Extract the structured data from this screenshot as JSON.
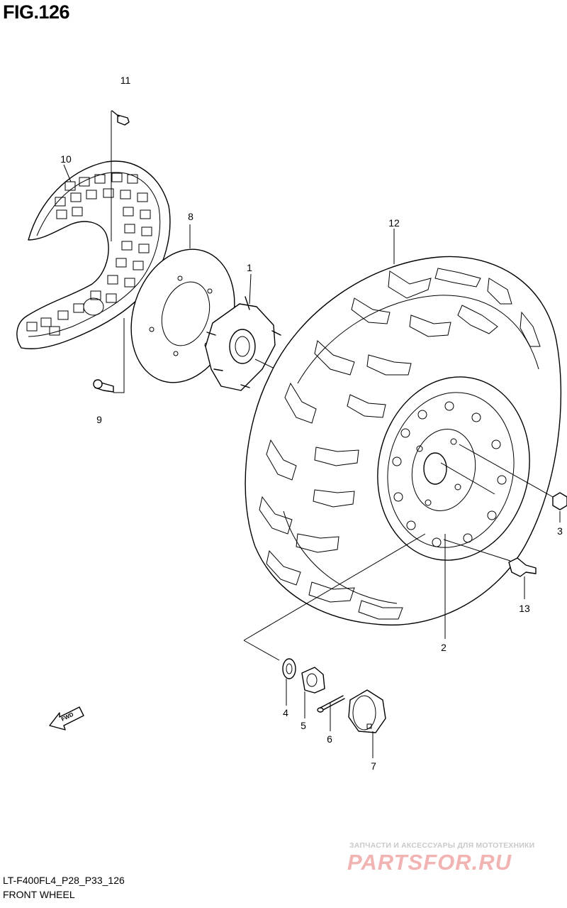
{
  "figure": {
    "title": "FIG.126",
    "code": "LT-F400FL4_P28_P33_126",
    "name": "FRONT WHEEL"
  },
  "fwd_arrow": {
    "label": "FWD",
    "icon": "fwd-arrow-icon"
  },
  "callouts": [
    {
      "id": "1",
      "label": "1",
      "part": "front-wheel-hub"
    },
    {
      "id": "2",
      "label": "2",
      "part": "wheel-rim"
    },
    {
      "id": "3",
      "label": "3",
      "part": "wheel-nut"
    },
    {
      "id": "4",
      "label": "4",
      "part": "washer"
    },
    {
      "id": "5",
      "label": "5",
      "part": "castle-nut"
    },
    {
      "id": "6",
      "label": "6",
      "part": "cotter-pin"
    },
    {
      "id": "7",
      "label": "7",
      "part": "hub-cap"
    },
    {
      "id": "8",
      "label": "8",
      "part": "brake-disc"
    },
    {
      "id": "9",
      "label": "9",
      "part": "disc-bolt"
    },
    {
      "id": "10",
      "label": "10",
      "part": "disc-cover"
    },
    {
      "id": "11",
      "label": "11",
      "part": "cover-bolt"
    },
    {
      "id": "12",
      "label": "12",
      "part": "tire"
    },
    {
      "id": "13",
      "label": "13",
      "part": "air-valve"
    }
  ],
  "watermark": {
    "tagline": "ЗАПЧАСТИ И АКСЕССУАРЫ ДЛЯ МОТОТЕХНИКИ",
    "logo": "PARTSFOR.RU",
    "color": "#f2b3b3"
  }
}
